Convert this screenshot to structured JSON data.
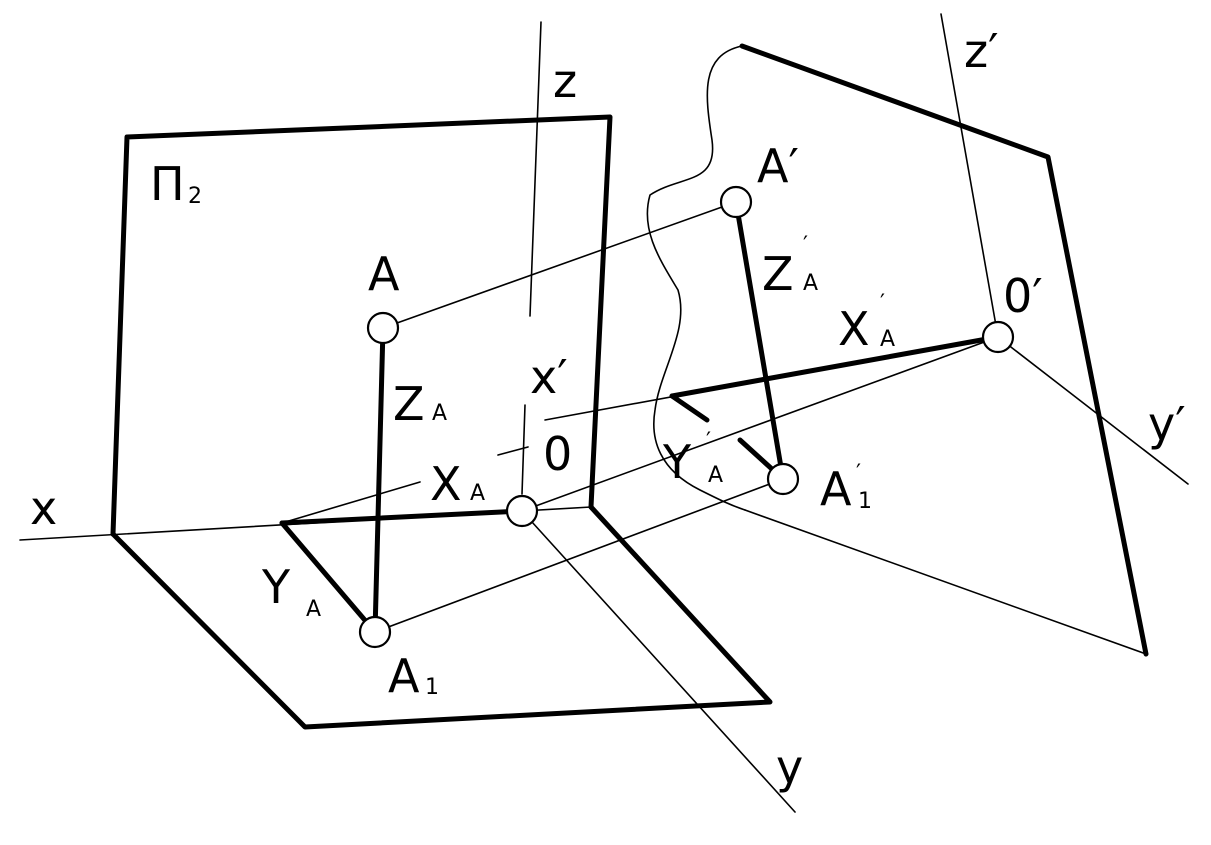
{
  "labels": {
    "z": "z",
    "pi": "Π",
    "pi_sub": "2",
    "x": "x",
    "y": "y",
    "A": "A",
    "Z": "Z",
    "X": "X",
    "Y": "Y",
    "A1": "A",
    "A1_sub": "1",
    "sub_A": "A",
    "zero": "0",
    "x_prime": "x′",
    "z_prime": "z′",
    "y_prime": "y′",
    "A_prime": "A′",
    "zero_prime": "0′",
    "prime": "′",
    "A1_prime_sub": "1"
  }
}
